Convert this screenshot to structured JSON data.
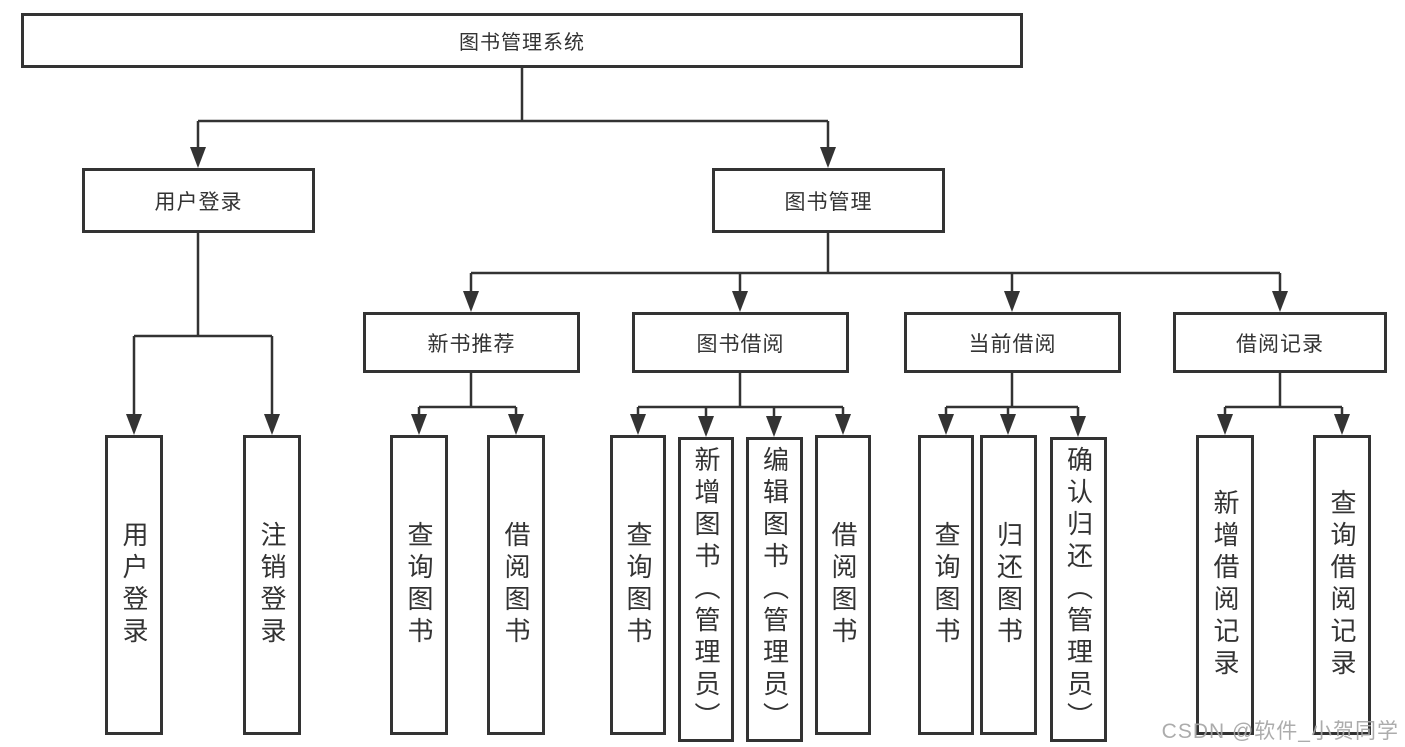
{
  "diagram_title": "图书管理系统",
  "nodes": {
    "root": {
      "label": "图书管理系统"
    },
    "level2": [
      {
        "label": "用户登录"
      },
      {
        "label": "图书管理"
      }
    ],
    "level3": [
      {
        "label": "新书推荐",
        "parent": "图书管理"
      },
      {
        "label": "图书借阅",
        "parent": "图书管理"
      },
      {
        "label": "当前借阅",
        "parent": "图书管理"
      },
      {
        "label": "借阅记录",
        "parent": "图书管理"
      }
    ],
    "leaves": [
      {
        "label": "用户登录",
        "parent": "用户登录"
      },
      {
        "label": "注销登录",
        "parent": "用户登录"
      },
      {
        "label": "查询图书",
        "parent": "新书推荐"
      },
      {
        "label": "借阅图书",
        "parent": "新书推荐"
      },
      {
        "label": "查询图书",
        "parent": "图书借阅"
      },
      {
        "label": "新增图书（管理员）",
        "parent": "图书借阅"
      },
      {
        "label": "编辑图书（管理员）",
        "parent": "图书借阅"
      },
      {
        "label": "借阅图书",
        "parent": "图书借阅"
      },
      {
        "label": "查询图书",
        "parent": "当前借阅"
      },
      {
        "label": "归还图书",
        "parent": "当前借阅"
      },
      {
        "label": "确认归还（管理员）",
        "parent": "当前借阅"
      },
      {
        "label": "新增借阅记录",
        "parent": "借阅记录"
      },
      {
        "label": "查询借阅记录",
        "parent": "借阅记录"
      }
    ]
  },
  "watermark": "CSDN @软件_小贺同学",
  "colors": {
    "line": "#333333",
    "box_border": "#333333",
    "text": "#333333",
    "watermark": "#a6a6a6",
    "background": "#ffffff"
  }
}
